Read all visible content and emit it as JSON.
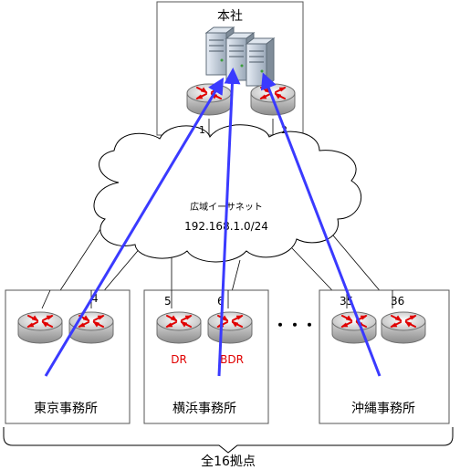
{
  "hq": {
    "title": "本社",
    "router_labels": [
      "1",
      "2"
    ]
  },
  "wan": {
    "name": "広域イーサネット",
    "subnet": "192.168.1.0/24"
  },
  "sites": [
    {
      "name": "東京事務所",
      "router_labels": [
        "",
        "4"
      ],
      "roles": [
        "",
        ""
      ]
    },
    {
      "name": "横浜事務所",
      "router_labels": [
        "5",
        "6"
      ],
      "roles": [
        "DR",
        "BDR"
      ]
    },
    {
      "name": "沖縄事務所",
      "router_labels": [
        "35",
        "36"
      ],
      "roles": [
        "",
        ""
      ]
    }
  ],
  "ellipsis": "・・・",
  "total_label": "全16拠点",
  "colors": {
    "arrow": "#3a3aff",
    "role_text": "#e00000",
    "router_arrow": "#e00000"
  },
  "icons": [
    "server-icon",
    "router-icon",
    "cloud-icon"
  ]
}
